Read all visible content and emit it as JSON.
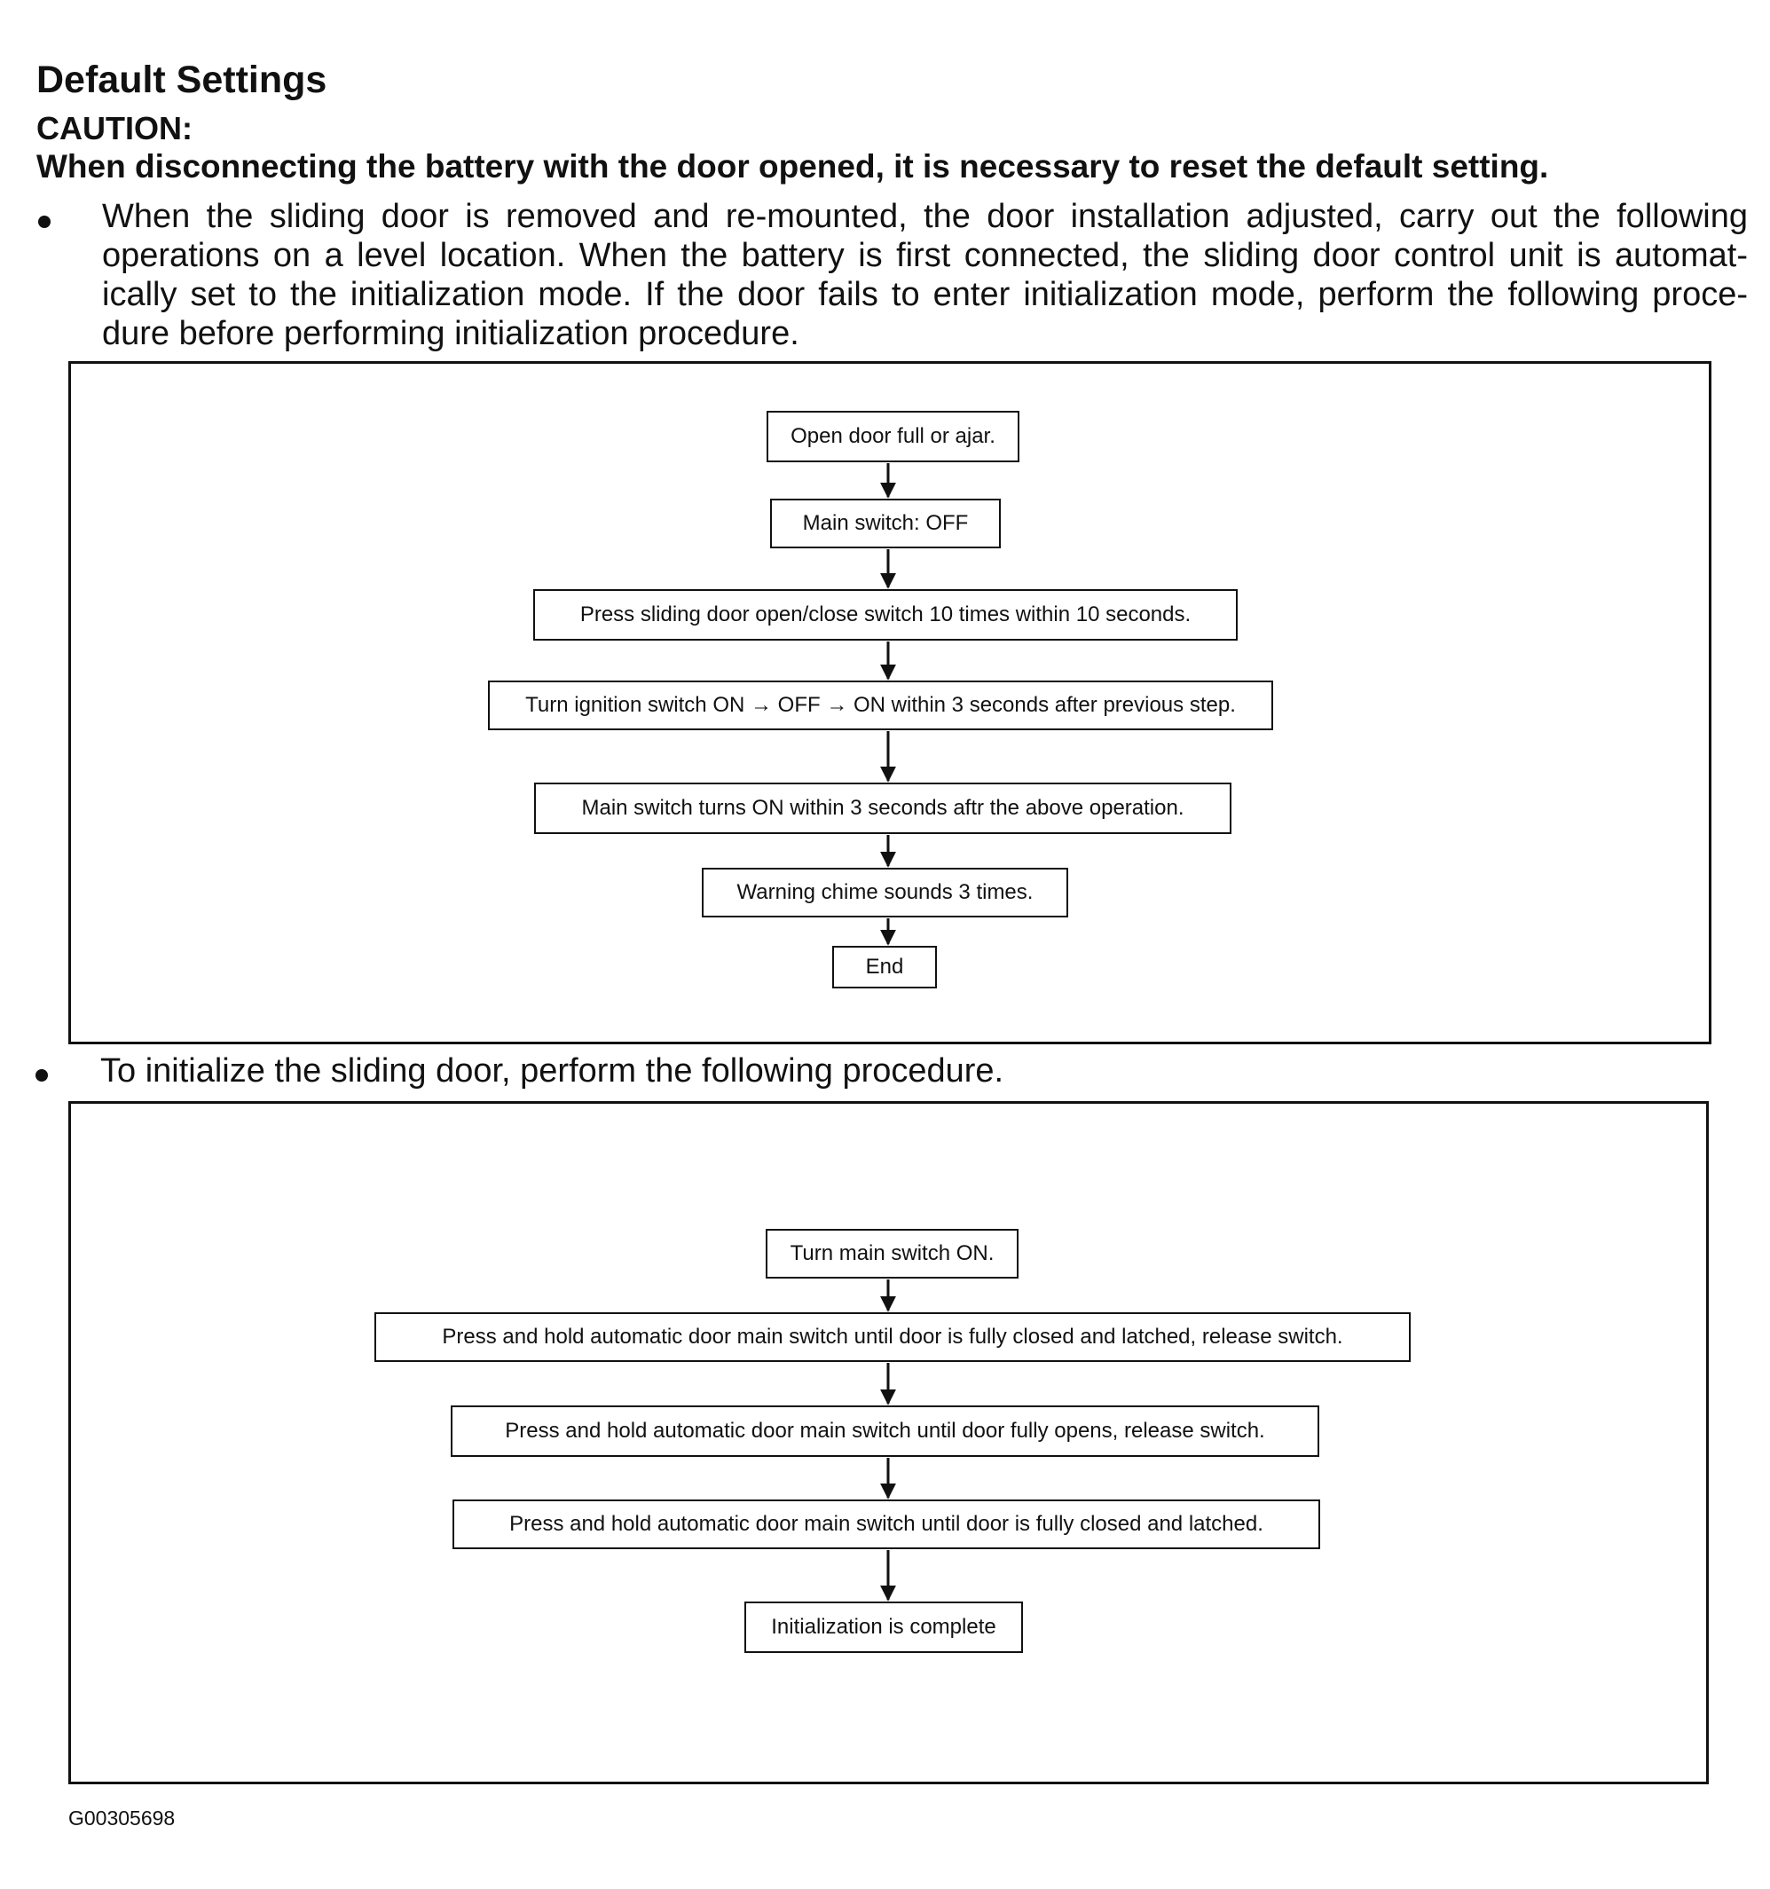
{
  "heading": "Default Settings",
  "caution_label": "CAUTION:",
  "caution_text": "When disconnecting the battery with the door opened, it is necessary to reset the default setting.",
  "bullet1_lines": [
    "When the sliding door is removed and re-mounted, the door installation adjusted, carry out the following",
    "operations on a level location. When the battery is first connected, the sliding door control unit is automat-",
    "ically set to the initialization mode. If the door fails to enter initialization mode, perform the following proce-",
    "dure before performing initialization procedure."
  ],
  "flow1_steps": [
    "Open door full or ajar.",
    "Main switch: OFF",
    "Press sliding door open/close switch 10 times within 10 seconds.",
    "Turn ignition switch ON → OFF → ON within 3 seconds after previous step.",
    "Main switch turns ON within 3 seconds aftr the above operation.",
    "Warning chime sounds 3 times.",
    "End"
  ],
  "bullet2_text": "To initialize the sliding door, perform the following procedure.",
  "flow2_steps": [
    "Turn main switch ON.",
    "Press and hold automatic door main switch until door is fully closed and latched, release switch.",
    "Press and hold automatic door main switch until door fully opens, release switch.",
    "Press and hold automatic door main switch until door is fully closed and latched.",
    "Initialization is complete"
  ],
  "figure_id": "G00305698"
}
